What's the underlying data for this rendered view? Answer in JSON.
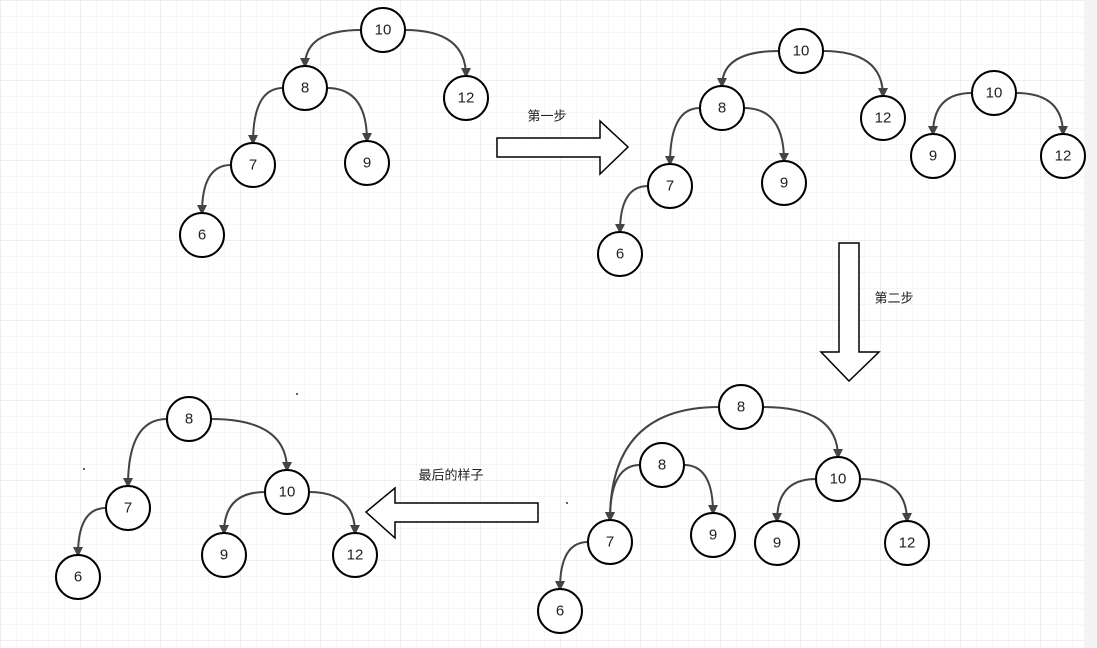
{
  "colors": {
    "grid": "#e6e6e6",
    "node_stroke": "#000000",
    "edge": "#444444"
  },
  "steps": {
    "step1": "第一步",
    "step2": "第二步",
    "final": "最后的样子"
  },
  "stages": [
    {
      "id": "initial",
      "nodes": [
        {
          "id": "a10",
          "label": "10"
        },
        {
          "id": "a8",
          "label": "8"
        },
        {
          "id": "a12",
          "label": "12"
        },
        {
          "id": "a7",
          "label": "7"
        },
        {
          "id": "a9",
          "label": "9"
        },
        {
          "id": "a6",
          "label": "6"
        }
      ],
      "edges": [
        {
          "from": "a10",
          "to": "a8"
        },
        {
          "from": "a10",
          "to": "a12"
        },
        {
          "from": "a8",
          "to": "a7"
        },
        {
          "from": "a8",
          "to": "a9"
        },
        {
          "from": "a7",
          "to": "a6"
        }
      ]
    },
    {
      "id": "after-step1",
      "nodes": [
        {
          "id": "b10",
          "label": "10"
        },
        {
          "id": "b8",
          "label": "8"
        },
        {
          "id": "b12",
          "label": "12"
        },
        {
          "id": "b7",
          "label": "7"
        },
        {
          "id": "b9",
          "label": "9"
        },
        {
          "id": "b6",
          "label": "6"
        },
        {
          "id": "c10",
          "label": "10"
        },
        {
          "id": "c9",
          "label": "9"
        },
        {
          "id": "c12",
          "label": "12"
        }
      ],
      "edges": [
        {
          "from": "b10",
          "to": "b8"
        },
        {
          "from": "b10",
          "to": "b12"
        },
        {
          "from": "b8",
          "to": "b7"
        },
        {
          "from": "b8",
          "to": "b9"
        },
        {
          "from": "b7",
          "to": "b6"
        },
        {
          "from": "c10",
          "to": "c9"
        },
        {
          "from": "c10",
          "to": "c12"
        }
      ]
    },
    {
      "id": "after-step2",
      "nodes": [
        {
          "id": "d8",
          "label": "8"
        },
        {
          "id": "e8",
          "label": "8"
        },
        {
          "id": "d10",
          "label": "10"
        },
        {
          "id": "d7",
          "label": "7"
        },
        {
          "id": "e9",
          "label": "9"
        },
        {
          "id": "d9",
          "label": "9"
        },
        {
          "id": "d12",
          "label": "12"
        },
        {
          "id": "d6",
          "label": "6"
        }
      ],
      "edges": [
        {
          "from": "d8",
          "to": "d7"
        },
        {
          "from": "d8",
          "to": "d10"
        },
        {
          "from": "e8",
          "to": "d7"
        },
        {
          "from": "e8",
          "to": "e9"
        },
        {
          "from": "d10",
          "to": "d9"
        },
        {
          "from": "d10",
          "to": "d12"
        },
        {
          "from": "d7",
          "to": "d6"
        }
      ]
    },
    {
      "id": "final",
      "nodes": [
        {
          "id": "f8",
          "label": "8"
        },
        {
          "id": "f7",
          "label": "7"
        },
        {
          "id": "f10",
          "label": "10"
        },
        {
          "id": "f6",
          "label": "6"
        },
        {
          "id": "f9",
          "label": "9"
        },
        {
          "id": "f12",
          "label": "12"
        }
      ],
      "edges": [
        {
          "from": "f8",
          "to": "f7"
        },
        {
          "from": "f8",
          "to": "f10"
        },
        {
          "from": "f7",
          "to": "f6"
        },
        {
          "from": "f10",
          "to": "f9"
        },
        {
          "from": "f10",
          "to": "f12"
        }
      ]
    }
  ]
}
